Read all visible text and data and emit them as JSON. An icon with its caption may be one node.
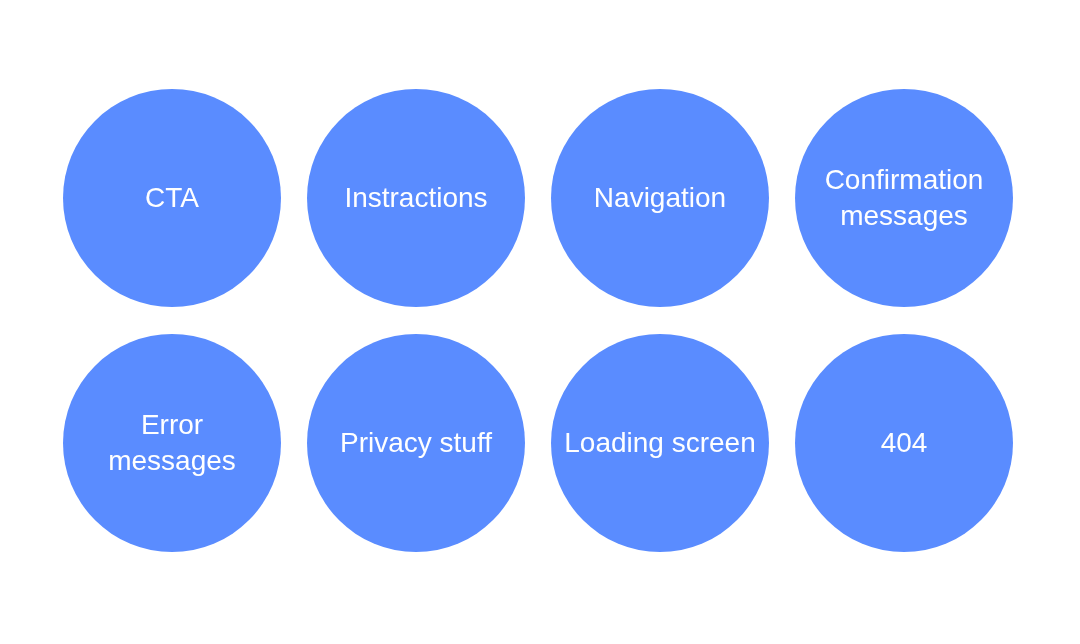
{
  "diagram": {
    "nodes": [
      {
        "text": [
          "CTA"
        ]
      },
      {
        "text": [
          "Instractions"
        ]
      },
      {
        "text": [
          "Navigation"
        ]
      },
      {
        "text": [
          "Confirmation messages"
        ]
      },
      {
        "text": [
          "Error messages"
        ]
      },
      {
        "text": [
          "Privacy stuff"
        ]
      },
      {
        "text": [
          "Loading screen"
        ]
      },
      {
        "text": [
          "404"
        ]
      }
    ]
  }
}
